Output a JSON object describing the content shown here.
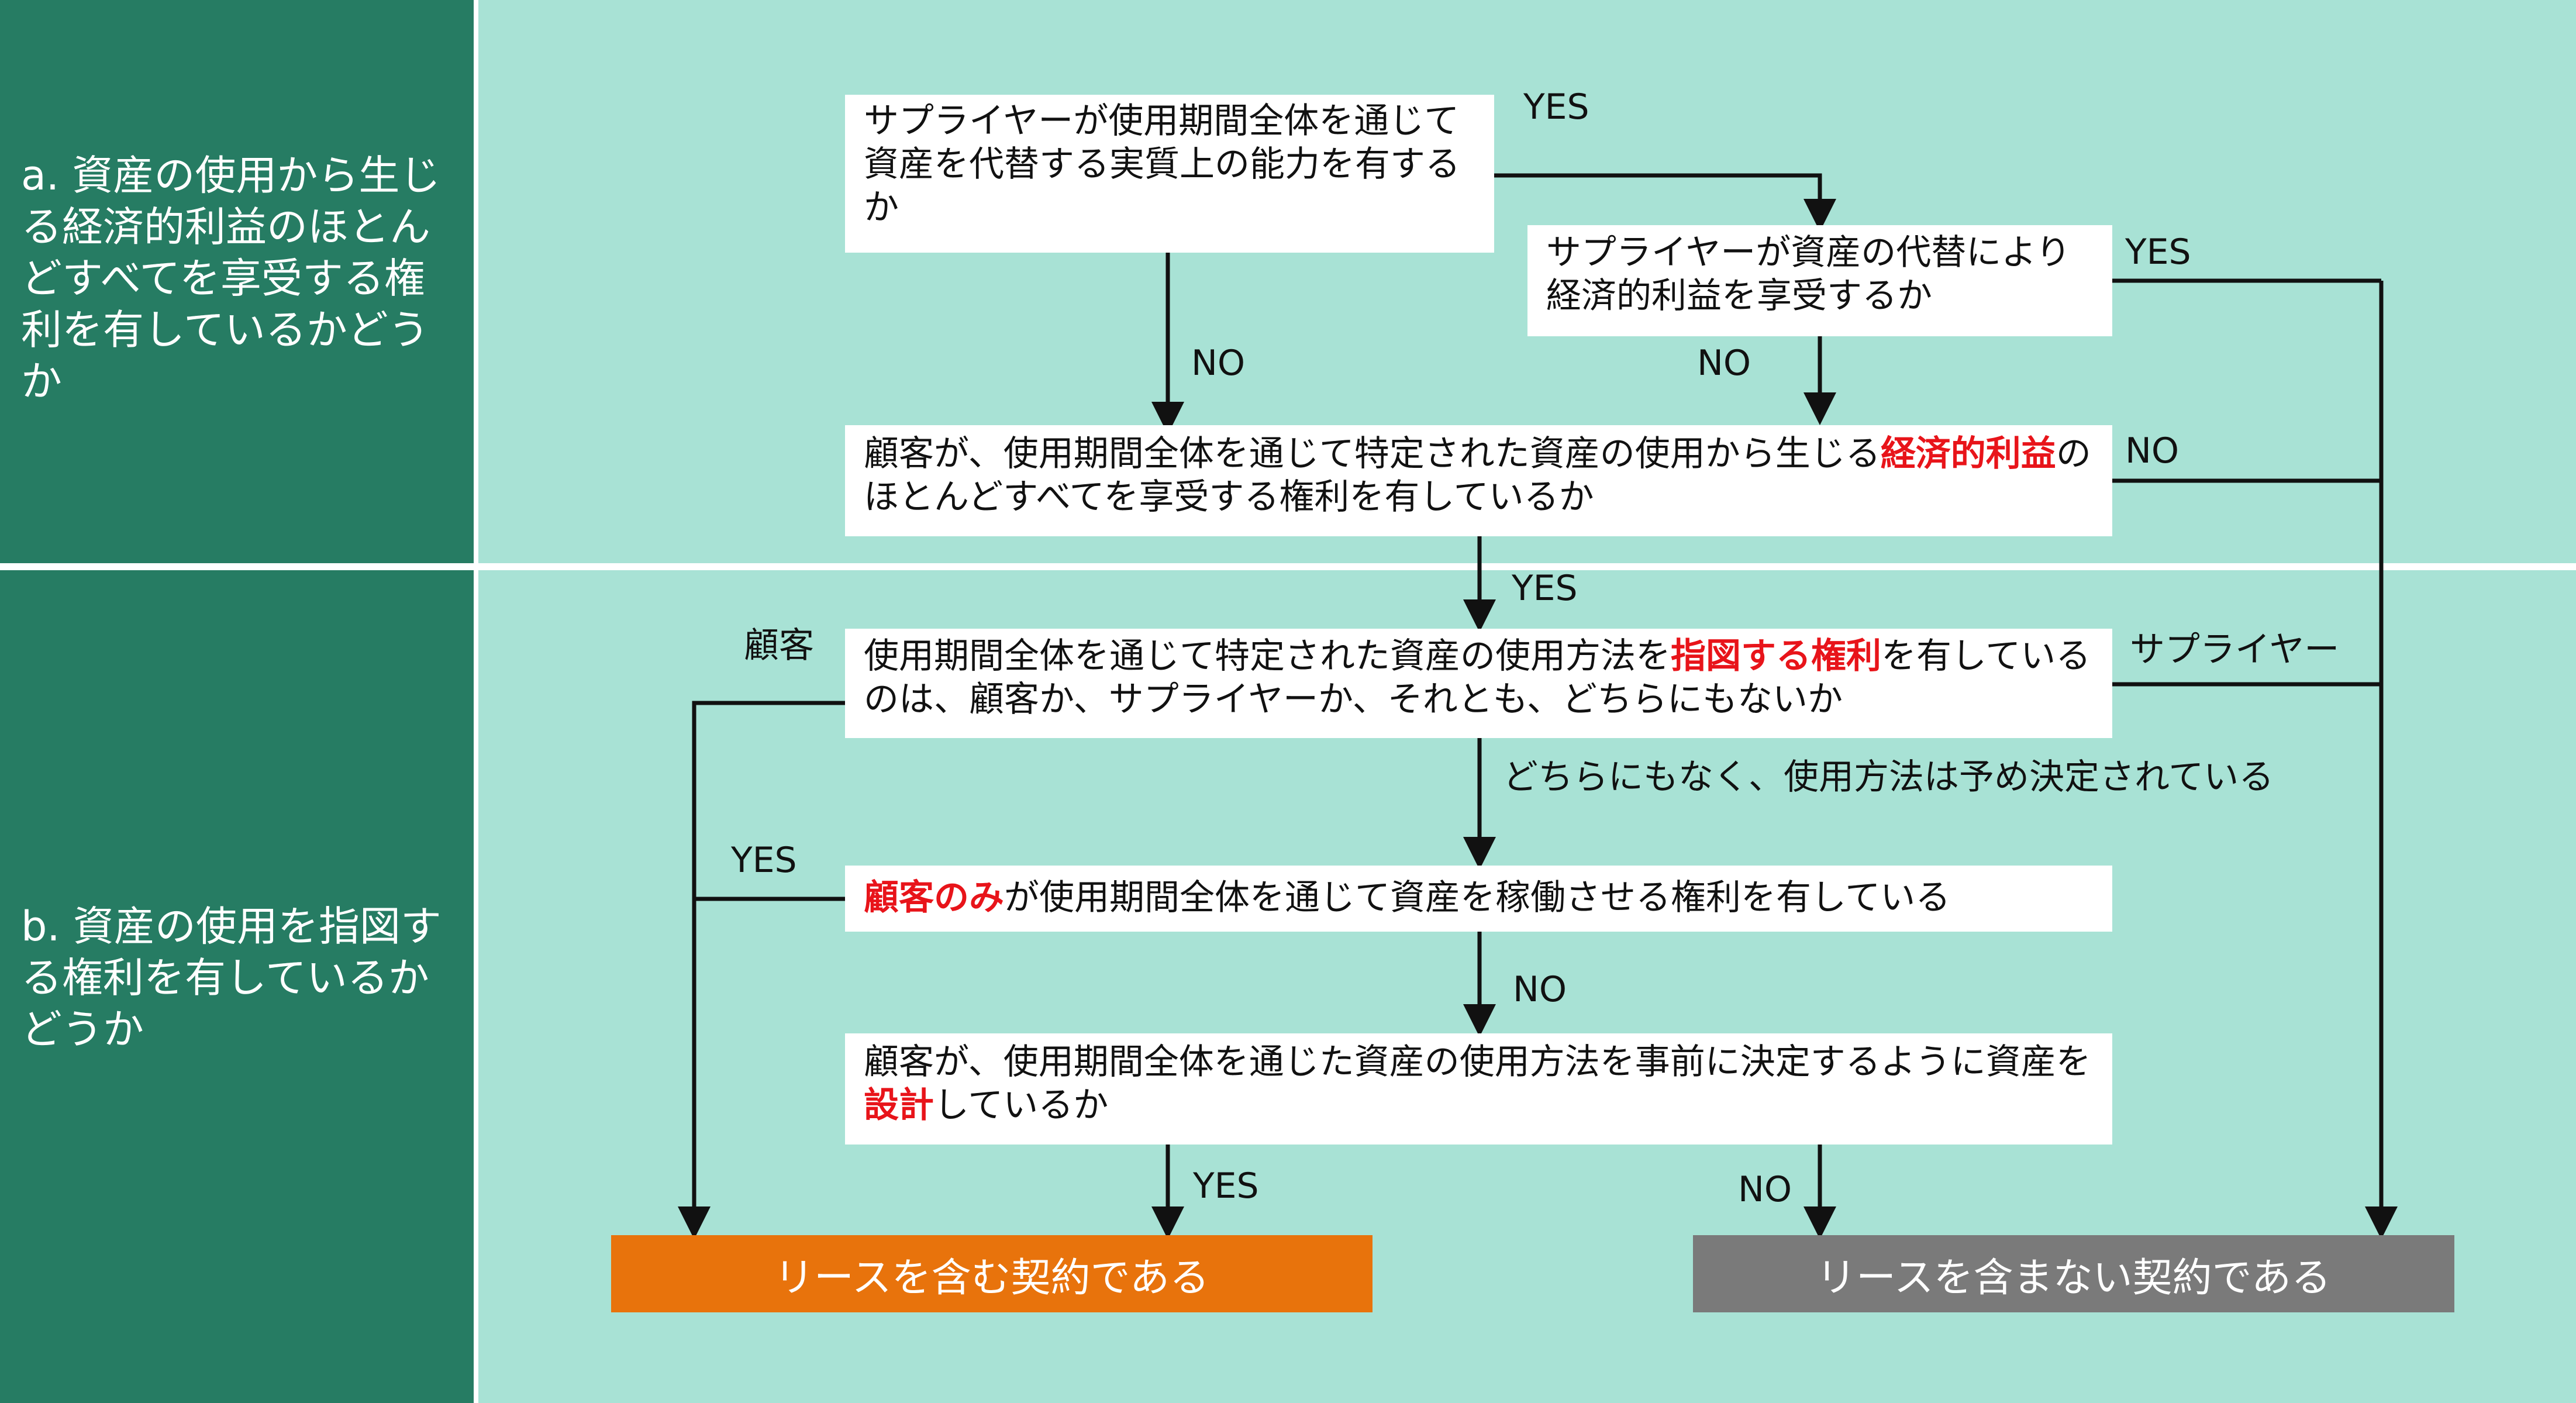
{
  "sections": {
    "a": {
      "label": "a. 資産の使用から生じる経済的利益のほとんどすべてを享受する権利を有しているかどうか"
    },
    "b": {
      "label": "b. 資産の使用を指図する権利を有しているかどうか"
    }
  },
  "questions": {
    "q1": {
      "text": "サプライヤーが使用期間全体を通じて資産を代替する実質上の能力を有するか"
    },
    "q2": {
      "text": "サプライヤーが資産の代替により経済的利益を享受するか"
    },
    "q3": {
      "prefix": "顧客が、使用期間全体を通じて特定された資産の使用から生じる",
      "highlight": "経済的利益",
      "suffix": "のほとんどすべてを享受する権利を有しているか"
    },
    "q4": {
      "prefix": "使用期間全体を通じて特定された資産の使用方法を",
      "highlight": "指図する権利",
      "suffix": "を有しているのは、顧客か、サプライヤーか、それとも、どちらにもないか"
    },
    "q5": {
      "highlight": "顧客のみ",
      "suffix": "が使用期間全体を通じて資産を稼働させる権利を有している"
    },
    "q6": {
      "prefix": "顧客が、使用期間全体を通じた資産の使用方法を事前に決定するように資産を",
      "highlight": "設計",
      "suffix": "しているか"
    }
  },
  "edge_labels": {
    "q1_yes": "YES",
    "q1_no": "NO",
    "q2_yes": "YES",
    "q2_no": "NO",
    "q3_no": "NO",
    "q3_yes": "YES",
    "q4_customer": "顧客",
    "q4_supplier": "サプライヤー",
    "q4_neither": "どちらにもなく、使用方法は予め決定されている",
    "q5_yes": "YES",
    "q5_no": "NO",
    "q6_yes": "YES",
    "q6_no": "NO"
  },
  "results": {
    "lease": "リースを含む契約である",
    "no_lease": "リースを含まない契約である"
  },
  "colors": {
    "sidebar": "#267c63",
    "panel": "#a8e2d5",
    "highlight": "#e8141a",
    "lease": "#e8730c",
    "no_lease": "#7a7a7a"
  }
}
